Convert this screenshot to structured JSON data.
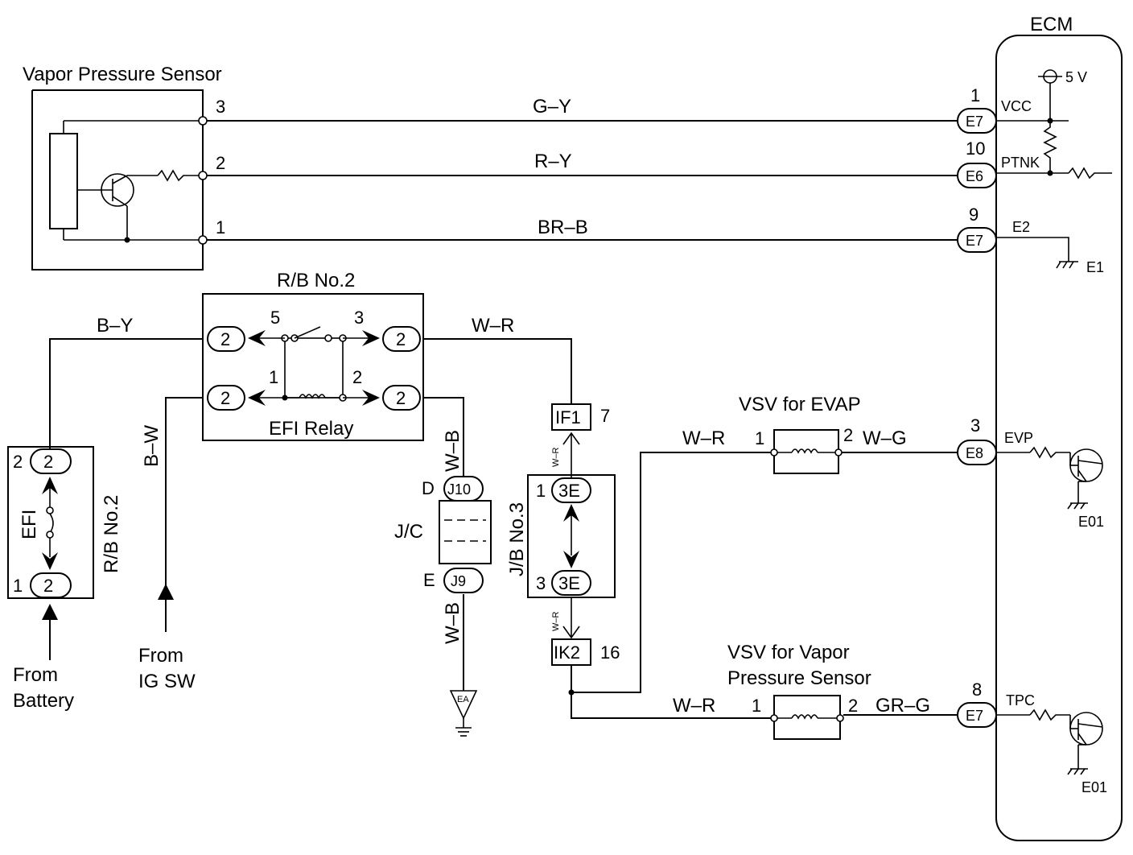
{
  "ecm": {
    "title": "ECM",
    "v5": "5 V",
    "vcc": "VCC",
    "ptnk": "PTNK",
    "e2": "E2",
    "e1": "E1",
    "evp": "EVP",
    "tpc": "TPC",
    "e01_a": "E01",
    "e01_b": "E01"
  },
  "vapor_sensor": {
    "title": "Vapor Pressure Sensor",
    "pin3": "3",
    "pin2": "2",
    "pin1": "1"
  },
  "wires": {
    "gy": "G–Y",
    "ry": "R–Y",
    "brb": "BR–B",
    "by": "B–Y",
    "bw": "B–W",
    "wr_top": "W–R",
    "wb_top": "W–B",
    "wb_bottom": "W–B",
    "wr_evap": "W–R",
    "wg": "W–G",
    "wr_vps": "W–R",
    "grg": "GR–G",
    "wr_small_a": "W–R",
    "wr_small_b": "W–R"
  },
  "connectors": {
    "e7_a": "E7",
    "e7_a_pin": "1",
    "e6": "E6",
    "e6_pin": "10",
    "e7_b": "E7",
    "e7_b_pin": "9",
    "e8": "E8",
    "e8_pin": "3",
    "e7_c": "E7",
    "e7_c_pin": "8",
    "rb_plug": "2",
    "if1": "IF1",
    "if1_pin": "7",
    "ik2": "IK2",
    "ik2_pin": "16",
    "j10": "J10",
    "j10_letter": "D",
    "j9": "J9",
    "j9_letter": "E",
    "jc": "J/C",
    "jb_3e": "3E",
    "jb_pin1": "1",
    "jb_pin3": "3",
    "ea": "EA"
  },
  "rb2_top": {
    "title": "R/B No.2",
    "relay": "EFI Relay",
    "pin5": "5",
    "pin3": "3",
    "pin1": "1",
    "pin2": "2"
  },
  "rb2_left": {
    "title": "R/B No.2",
    "fuse": "EFI",
    "pin2": "2",
    "pin1": "1"
  },
  "jb3": {
    "title": "J/B No.3"
  },
  "vsv_evap": {
    "title": "VSV for EVAP",
    "pin1": "1",
    "pin2": "2"
  },
  "vsv_vps": {
    "title_line1": "VSV for Vapor",
    "title_line2": "Pressure Sensor",
    "pin1": "1",
    "pin2": "2"
  },
  "sources": {
    "battery_line1": "From",
    "battery_line2": "Battery",
    "igsw_line1": "From",
    "igsw_line2": "IG SW"
  }
}
